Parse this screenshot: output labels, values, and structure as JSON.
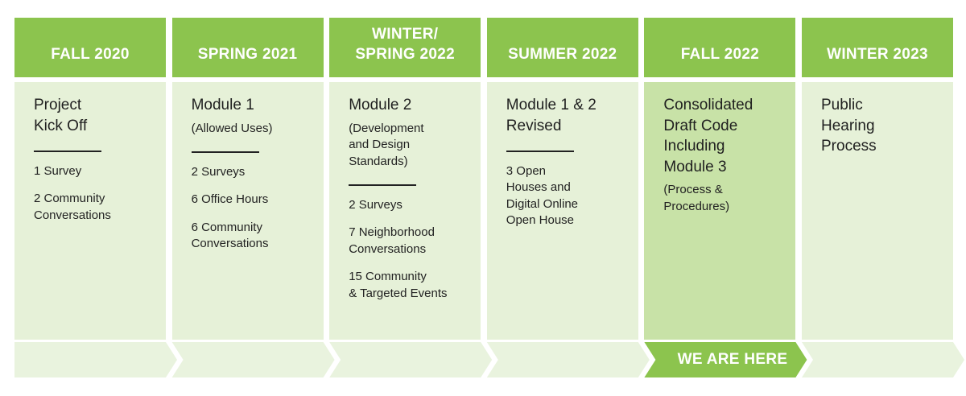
{
  "phases": [
    {
      "header": "FALL 2020",
      "title": "Project\nKick Off",
      "subtitle": "",
      "has_rule": true,
      "items": [
        "1 Survey",
        "2 Community\nConversations"
      ],
      "current": false
    },
    {
      "header": "SPRING 2021",
      "title": "Module 1",
      "subtitle": "(Allowed Uses)",
      "has_rule": true,
      "items": [
        "2 Surveys",
        "6 Office Hours",
        "6 Community\nConversations"
      ],
      "current": false
    },
    {
      "header": "WINTER/\nSPRING 2022",
      "title": "Module 2",
      "subtitle": "(Development\nand Design\nStandards)",
      "has_rule": true,
      "items": [
        "2 Surveys",
        "7 Neighborhood\nConversations",
        "15 Community\n& Targeted Events"
      ],
      "current": false
    },
    {
      "header": "SUMMER 2022",
      "title": "Module 1 & 2\nRevised",
      "subtitle": "",
      "has_rule": true,
      "items": [
        "3 Open\nHouses and\nDigital Online\nOpen House"
      ],
      "current": false
    },
    {
      "header": "FALL 2022",
      "title": "Consolidated\nDraft Code\nIncluding\nModule 3",
      "subtitle": "(Process &\nProcedures)",
      "has_rule": false,
      "items": [],
      "current": true
    },
    {
      "header": "WINTER 2023",
      "title": "Public\nHearing\nProcess",
      "subtitle": "",
      "has_rule": false,
      "items": [],
      "current": false
    }
  ],
  "progress": {
    "current_label": "WE ARE HERE",
    "current_index": 4
  },
  "colors": {
    "header_green": "#8cc44e",
    "panel_light": "#e6f1d8",
    "panel_current": "#c8e2a7",
    "arrow_light": "#e9f3de",
    "arrow_current": "#8cc44e"
  }
}
